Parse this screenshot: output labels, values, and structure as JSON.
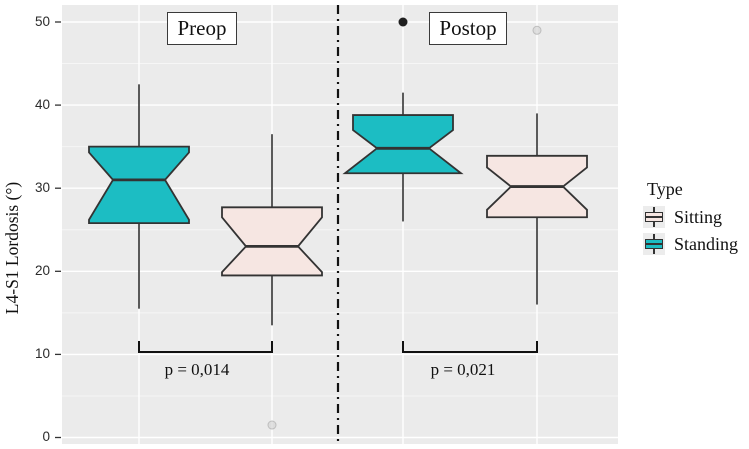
{
  "figure": {
    "background": "#ffffff"
  },
  "chart_data": {
    "type": "boxplot",
    "title": "",
    "ylabel": "L4-S1 Lordosis (°)",
    "xlabel": "",
    "ylim": [
      0,
      52
    ],
    "yticks": [
      0,
      10,
      20,
      30,
      40,
      50
    ],
    "grid": "white major and minor horizontal gridlines on gray panel, white vertical gridline per box",
    "facets": [
      "Preop",
      "Postop"
    ],
    "facet_divider": "vertical dash-dot line between Preop and Postop",
    "legend": {
      "title": "Type",
      "position": "right",
      "entries": [
        {
          "label": "Sitting",
          "color": "#F6E6E2"
        },
        {
          "label": "Standing",
          "color": "#1CBDC3"
        }
      ]
    },
    "colors": {
      "panel_bg": "#EBEBEB",
      "box_stroke": "#333333",
      "divider": "#111111",
      "outlier": "#1F1F1F",
      "faint_outlier": "#D4D4D4",
      "bracket": "#111111"
    },
    "groups": [
      {
        "facet": "Preop",
        "type": "Standing",
        "color": "#1CBDC3",
        "whisker_low": 15.5,
        "q1": 25.8,
        "median": 31,
        "q3": 35,
        "whisker_high": 42.5,
        "notch_low": 26.2,
        "notch_high": 34.3,
        "outliers": [],
        "faint_outliers": []
      },
      {
        "facet": "Preop",
        "type": "Sitting",
        "color": "#F6E6E2",
        "whisker_low": 13.5,
        "q1": 19.5,
        "median": 23,
        "q3": 27.7,
        "whisker_high": 36.5,
        "notch_low": 19.9,
        "notch_high": 26.5,
        "outliers": [],
        "faint_outliers": [
          1.5
        ]
      },
      {
        "facet": "Postop",
        "type": "Standing",
        "color": "#1CBDC3",
        "whisker_low": 26,
        "q1": 32.4,
        "median": 34.8,
        "q3": 38.8,
        "whisker_high": 41.5,
        "notch_low": 31.8,
        "notch_high": 37,
        "outliers": [
          50
        ],
        "faint_outliers": []
      },
      {
        "facet": "Postop",
        "type": "Sitting",
        "color": "#F6E6E2",
        "whisker_low": 16,
        "q1": 26.5,
        "median": 30.2,
        "q3": 33.9,
        "whisker_high": 39,
        "notch_low": 27.4,
        "notch_high": 32.5,
        "outliers": [],
        "faint_outliers": [
          49
        ]
      }
    ],
    "annotations": [
      {
        "text": "p = 0,014",
        "facet": "Preop"
      },
      {
        "text": "p = 0,021",
        "facet": "Postop"
      }
    ]
  }
}
